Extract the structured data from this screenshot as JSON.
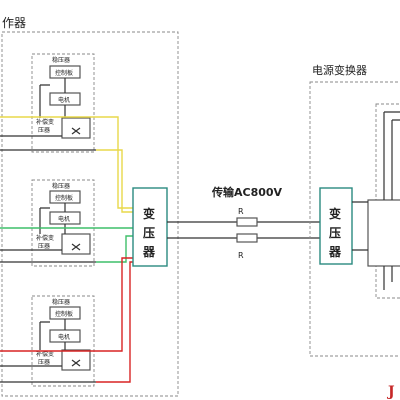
{
  "left_group": {
    "title_fragment": "作器"
  },
  "units": [
    {
      "dashed_label": "稳压器",
      "ctrl_label": "控制板",
      "motor_label": "电机",
      "comp_label_1": "补偿变",
      "comp_label_2": "压器",
      "wire_color": "#e8d84a"
    },
    {
      "dashed_label": "稳压器",
      "ctrl_label": "控制板",
      "motor_label": "电机",
      "comp_label_1": "补偿变",
      "comp_label_2": "压器",
      "wire_color": "#3fbf6a"
    },
    {
      "dashed_label": "稳压器",
      "ctrl_label": "控制板",
      "motor_label": "电机",
      "comp_label_1": "补偿变",
      "comp_label_2": "压器",
      "wire_color": "#d92424"
    }
  ],
  "transformer_left": {
    "label": [
      "变",
      "压",
      "器"
    ]
  },
  "transmission": {
    "label": "传输AC800V",
    "resistor_top": "R",
    "resistor_bottom": "R"
  },
  "power_converter": {
    "title": "电源变换器",
    "transformer_label": [
      "变",
      "压",
      "器"
    ]
  },
  "corner_mark": "J"
}
